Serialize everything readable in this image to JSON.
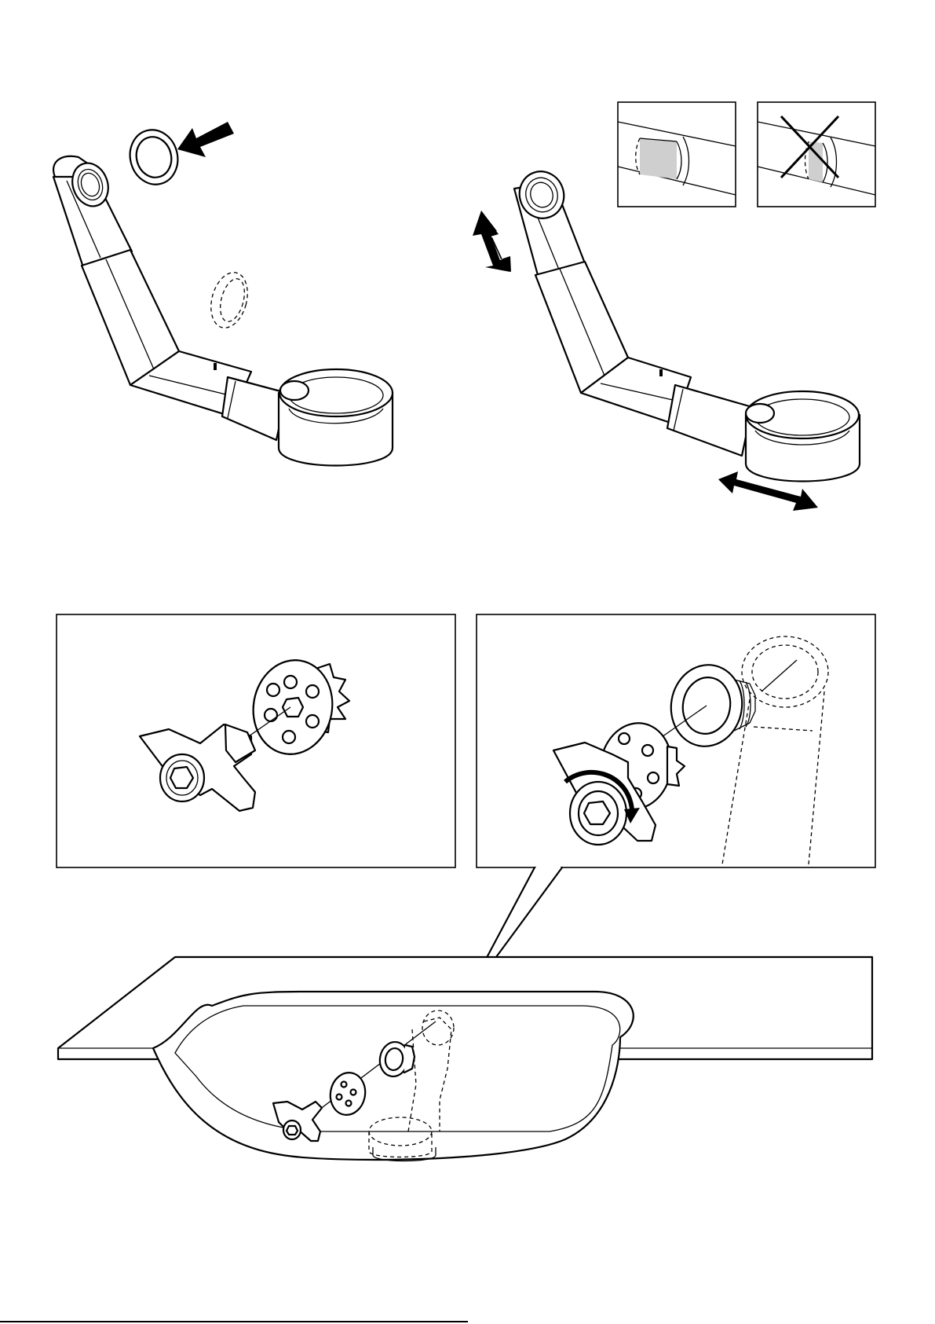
{
  "document": {
    "type": "assembly instruction page",
    "text_content": []
  },
  "figures": {
    "step_insert_gasket": {
      "icon": "arrow-icon"
    },
    "step_adjust_length": {
      "icons": [
        "double-arrow-icon",
        "check-detail",
        "wrong-detail-cross-icon"
      ]
    },
    "detail_key_assembly": {
      "icon": "wing-key"
    },
    "detail_tighten_outlet": {
      "icon": "rotate-clockwise-icon"
    },
    "basin_overview": {}
  },
  "colors": {
    "line": "#000000",
    "fill": "#ffffff",
    "shade": "#cfcfcf"
  }
}
